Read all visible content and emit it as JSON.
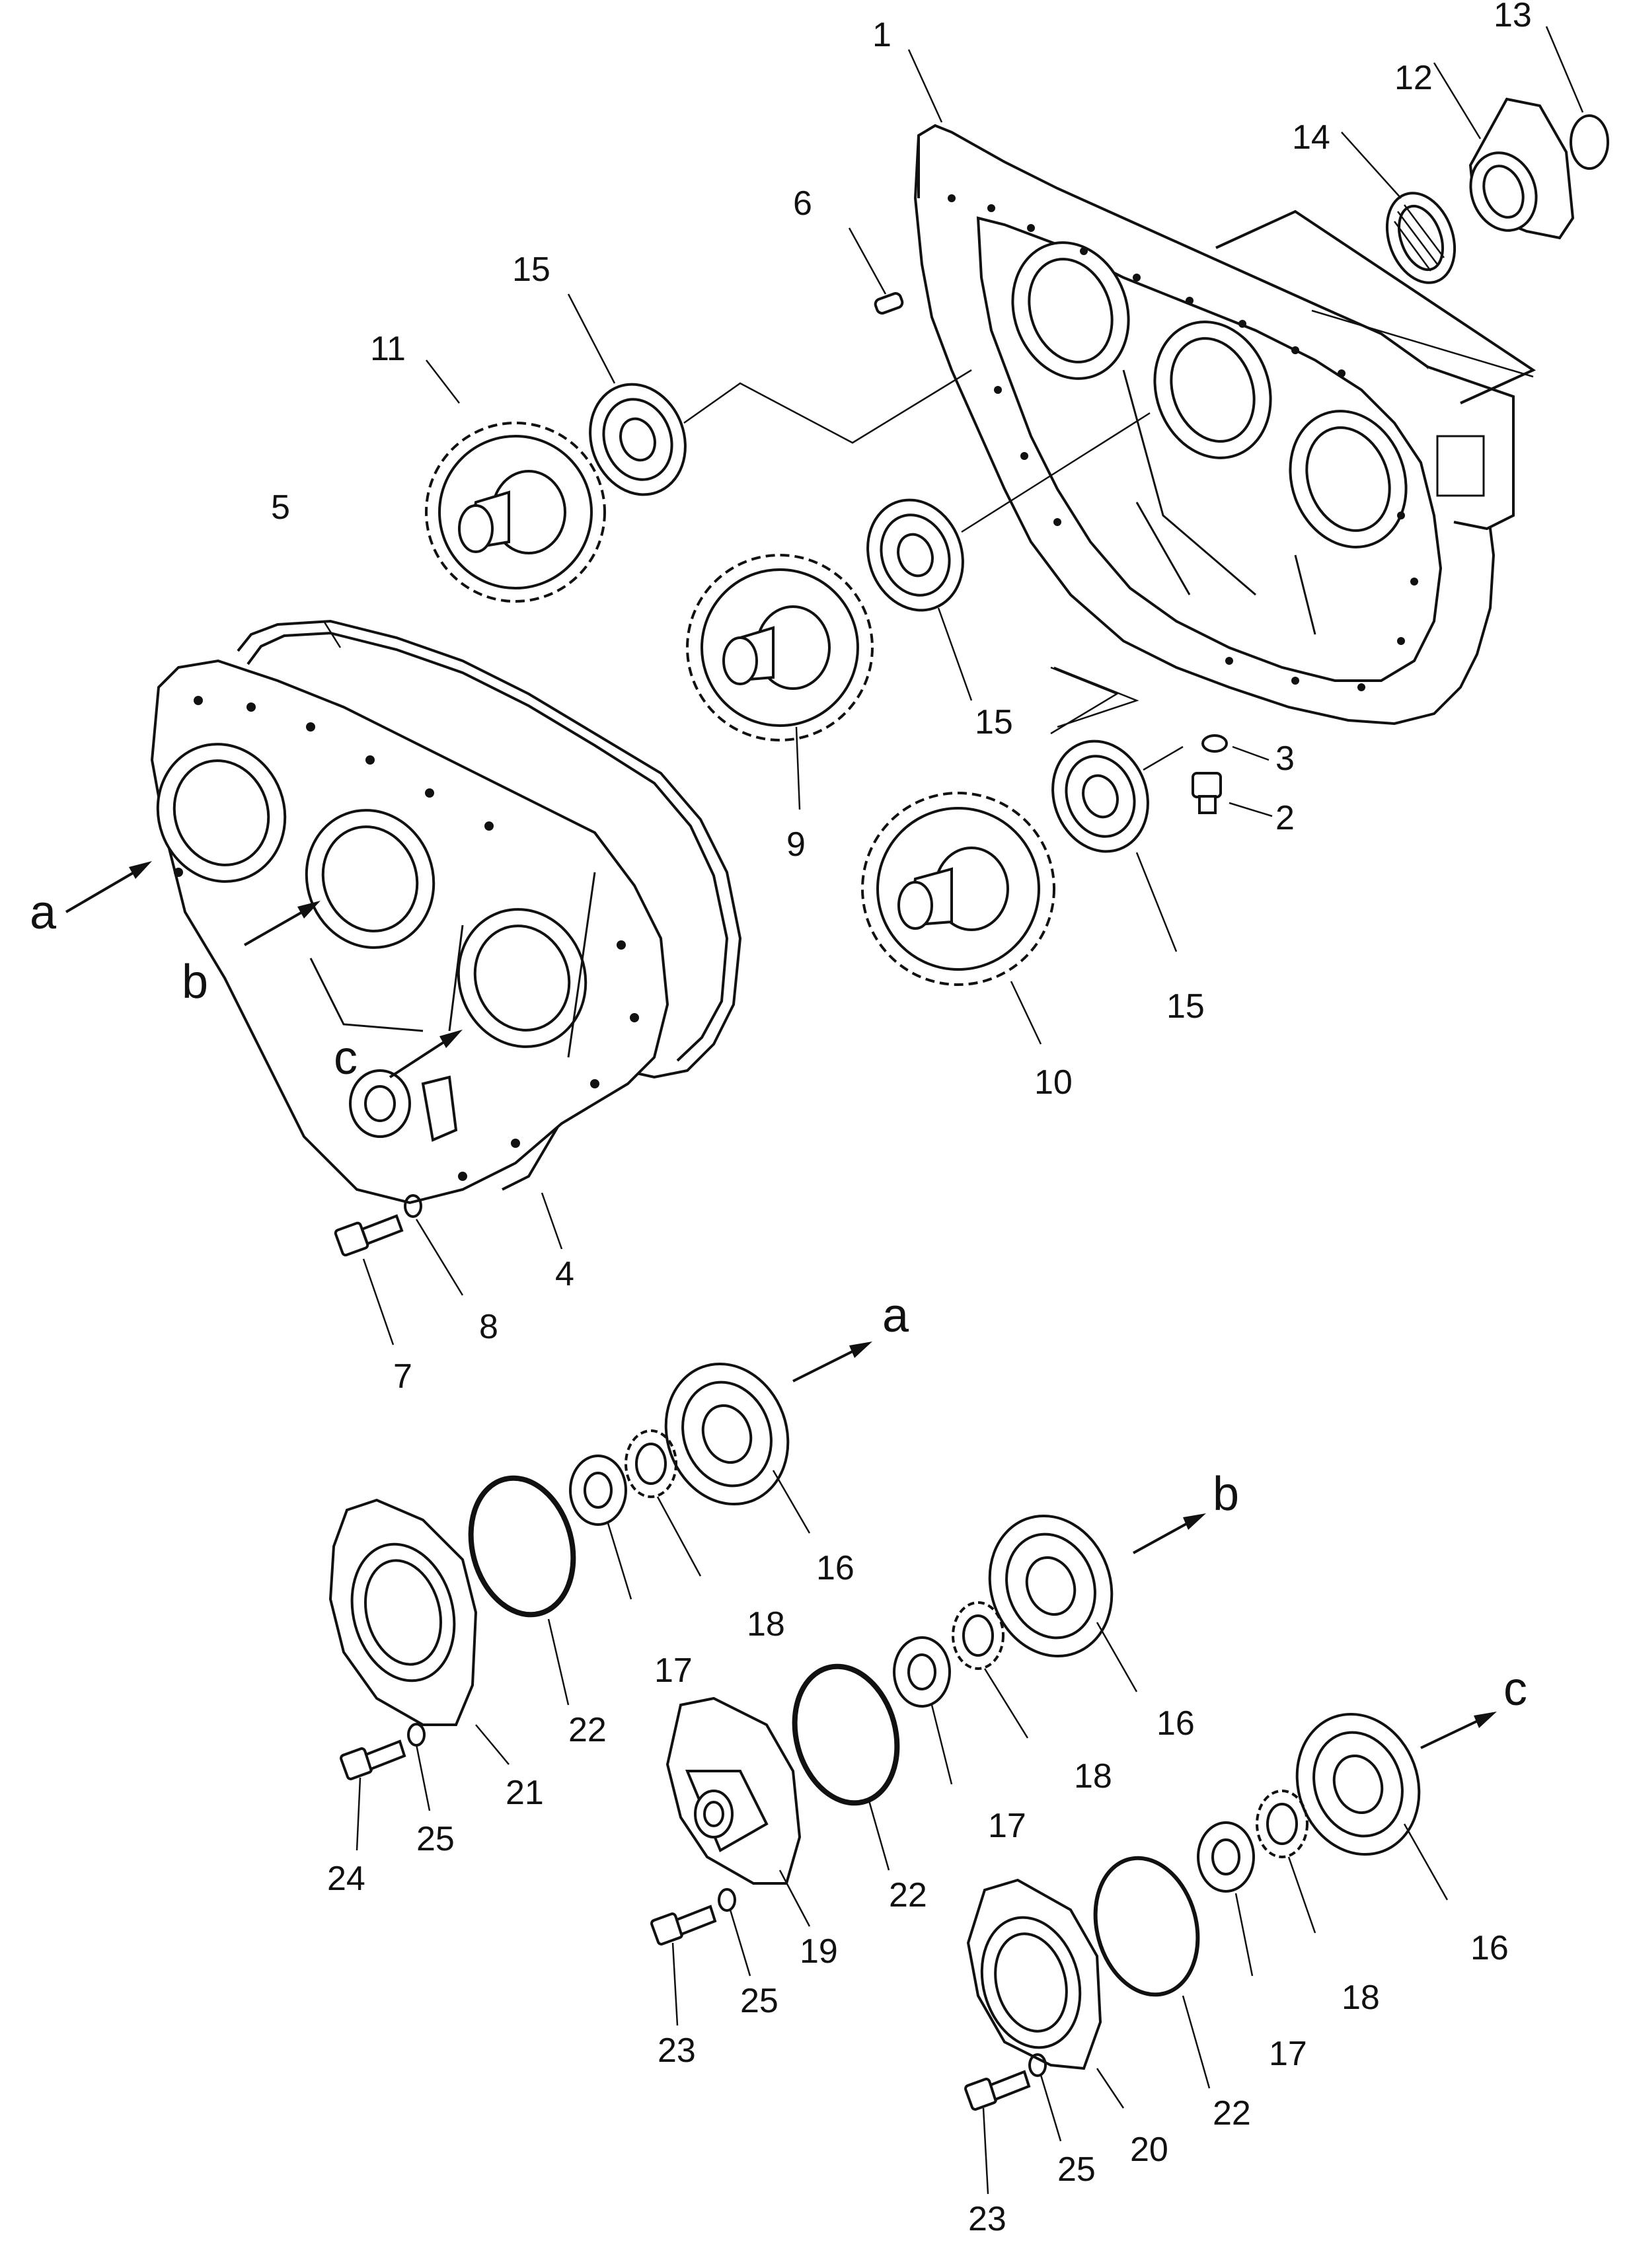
{
  "callouts": [
    {
      "id": "c1",
      "text": "1"
    },
    {
      "id": "c2",
      "text": "2"
    },
    {
      "id": "c3",
      "text": "3"
    },
    {
      "id": "c4",
      "text": "4"
    },
    {
      "id": "c5",
      "text": "5"
    },
    {
      "id": "c6",
      "text": "6"
    },
    {
      "id": "c7",
      "text": "7"
    },
    {
      "id": "c8",
      "text": "8"
    },
    {
      "id": "c9",
      "text": "9"
    },
    {
      "id": "c10",
      "text": "10"
    },
    {
      "id": "c11",
      "text": "11"
    },
    {
      "id": "c12",
      "text": "12"
    },
    {
      "id": "c13",
      "text": "13"
    },
    {
      "id": "c14",
      "text": "14"
    },
    {
      "id": "c15a",
      "text": "15"
    },
    {
      "id": "c15b",
      "text": "15"
    },
    {
      "id": "c15c",
      "text": "15"
    },
    {
      "id": "c16a",
      "text": "16"
    },
    {
      "id": "c16b",
      "text": "16"
    },
    {
      "id": "c16c",
      "text": "16"
    },
    {
      "id": "c17a",
      "text": "17"
    },
    {
      "id": "c17b",
      "text": "17"
    },
    {
      "id": "c17c",
      "text": "17"
    },
    {
      "id": "c18a",
      "text": "18"
    },
    {
      "id": "c18b",
      "text": "18"
    },
    {
      "id": "c18c",
      "text": "18"
    },
    {
      "id": "c19",
      "text": "19"
    },
    {
      "id": "c20",
      "text": "20"
    },
    {
      "id": "c21",
      "text": "21"
    },
    {
      "id": "c22a",
      "text": "22"
    },
    {
      "id": "c22b",
      "text": "22"
    },
    {
      "id": "c22c",
      "text": "22"
    },
    {
      "id": "c23a",
      "text": "23"
    },
    {
      "id": "c23b",
      "text": "23"
    },
    {
      "id": "c24",
      "text": "24"
    },
    {
      "id": "c25a",
      "text": "25"
    },
    {
      "id": "c25b",
      "text": "25"
    },
    {
      "id": "c25c",
      "text": "25"
    }
  ],
  "refs": {
    "a1": "a",
    "b1": "b",
    "c1": "c",
    "a2": "a",
    "b2": "b",
    "c2": "c"
  }
}
